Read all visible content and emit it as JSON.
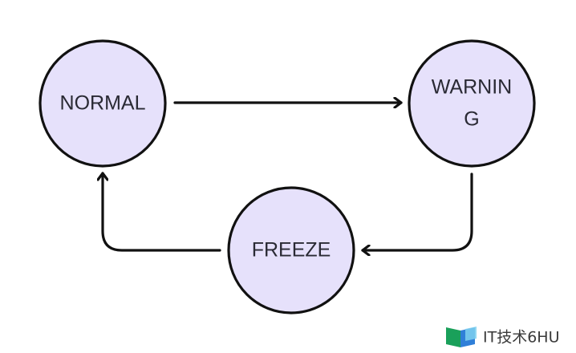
{
  "states": {
    "normal": {
      "label": "NORMAL"
    },
    "warning": {
      "label_line1": "WARNIN",
      "label_line2": "G"
    },
    "freeze": {
      "label": "FREEZE"
    }
  },
  "transitions": [
    {
      "from": "NORMAL",
      "to": "WARNING"
    },
    {
      "from": "WARNING",
      "to": "FREEZE"
    },
    {
      "from": "FREEZE",
      "to": "NORMAL"
    }
  ],
  "watermark": {
    "text": "IT技术6HU",
    "logo_colors": [
      "#1aa05a",
      "#2f7fd8",
      "#7ed0f0"
    ]
  },
  "colors": {
    "state_fill": "#e6e1fb",
    "stroke": "#111111",
    "label": "#2a2a34"
  }
}
